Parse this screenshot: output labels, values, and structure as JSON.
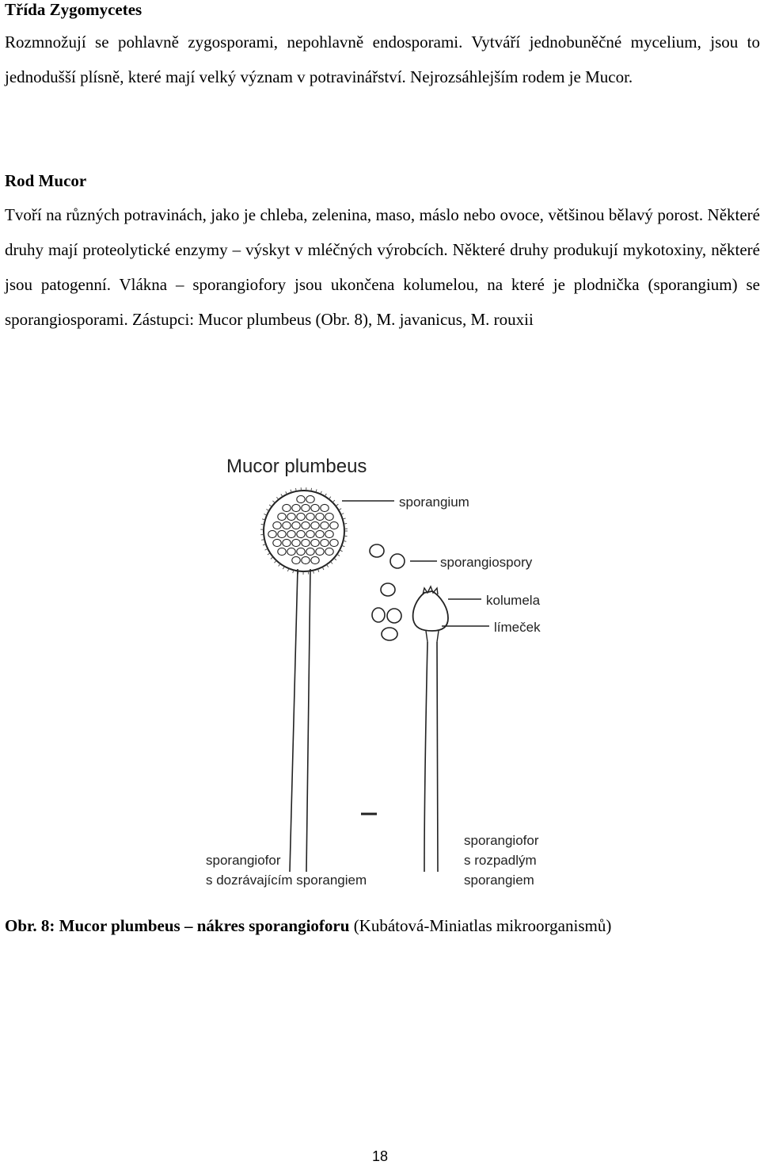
{
  "section1": {
    "heading": "Třída Zygomycetes",
    "paragraph": "Rozmnožují se pohlavně zygosporami, nepohlavně endosporami. Vytváří jednobuněčné mycelium, jsou to jednodušší plísně, které mají velký význam v potravinářství. Nejrozsáhlejším rodem je Mucor."
  },
  "section2": {
    "heading": "Rod Mucor",
    "paragraph": "Tvoří na různých potravinách, jako je chleba, zelenina, maso, máslo nebo ovoce, většinou bělavý porost. Některé druhy mají proteolytické enzymy – výskyt v mléčných výrobcích. Některé druhy produkují mykotoxiny, některé jsou patogenní. Vlákna – sporangiofory jsou ukončena kolumelou, na které je plodnička (sporangium) se sporangiosporami. Zástupci: Mucor plumbeus (Obr. 8), M. javanicus, M. rouxii"
  },
  "figure": {
    "title": "Mucor plumbeus",
    "labels": {
      "sporangium": "sporangium",
      "sporangiospory": "sporangiospory",
      "kolumela": "kolumela",
      "limecek": "límeček",
      "left_line1": "sporangiofor",
      "left_line2": "s dozrávajícím sporangiem",
      "right_line1": "sporangiofor",
      "right_line2": "s rozpadlým",
      "right_line3": "sporangiem"
    }
  },
  "caption": {
    "prefix": "Obr. 8:",
    "bold_text": "Mucor plumbeus – nákres sporangioforu",
    "source": "(Kubátová-Miniatlas mikroorganismů)"
  },
  "page_number": "18"
}
